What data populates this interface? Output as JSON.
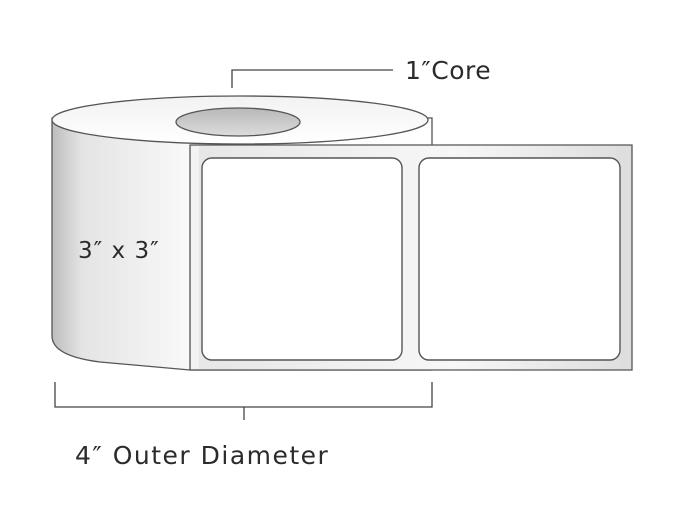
{
  "labels": {
    "core": "1″Core",
    "label_size": "3″ x 3″",
    "outer_diameter": "4″ Outer Diameter"
  },
  "colors": {
    "outline": "#555555",
    "roll_shade": "#d9d9d9",
    "core_fill": "#c8c8c8",
    "label_fill": "#ffffff",
    "text": "#2b2b2b"
  }
}
